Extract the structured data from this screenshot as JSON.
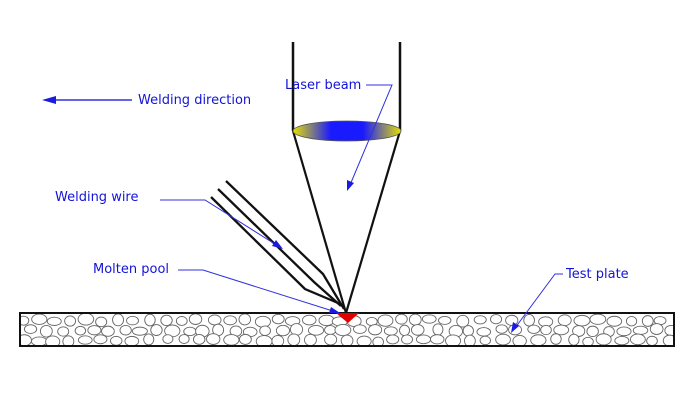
{
  "labels": {
    "welding_direction": "Welding direction",
    "laser_beam": "Laser beam",
    "welding_wire": "Welding wire",
    "molten_pool": "Molten pool",
    "test_plate": "Test plate"
  },
  "colors": {
    "label": "#1414d8",
    "lens_center": "#1a1aff",
    "lens_edge": "#e6e000",
    "molten_pool": "#e00000",
    "outline": "#111111"
  }
}
